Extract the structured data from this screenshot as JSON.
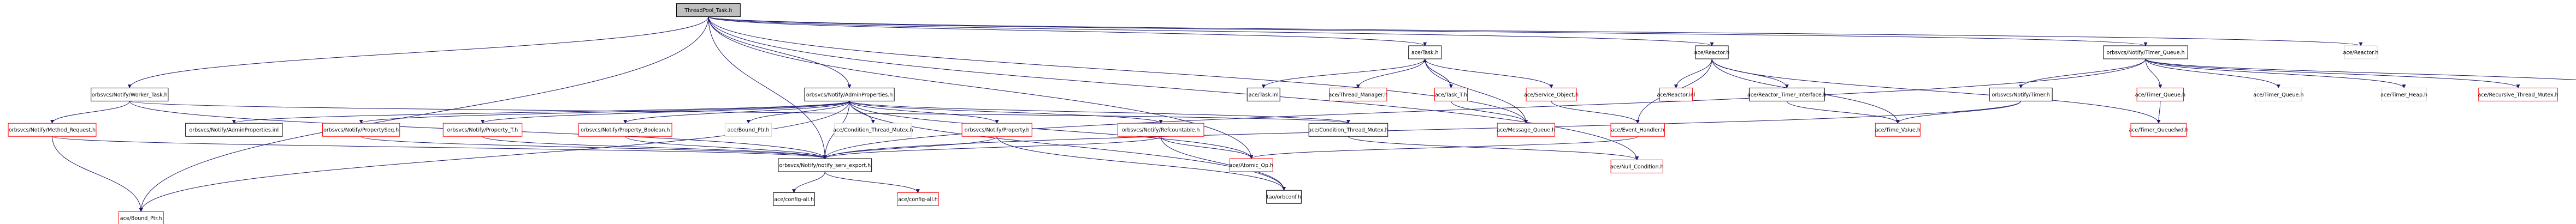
{
  "colors": {
    "edge": "#191970",
    "root_fill": "#bfbfbf",
    "root_border": "#000000",
    "documented_border": "#000000",
    "undocumented_border": "#ff0000",
    "external_border": "#d3d3d3",
    "node_fill": "#ffffff"
  },
  "nodes": [
    {
      "id": "root",
      "label": "ThreadPool_Task.h",
      "kind": "root"
    },
    {
      "id": "worker_task",
      "label": "orbsvcs/Notify/Worker_Task.h",
      "kind": "documented"
    },
    {
      "id": "admin_props_h",
      "label": "orbsvcs/Notify/AdminProperties.h",
      "kind": "documented"
    },
    {
      "id": "task_h",
      "label": "ace/Task.h",
      "kind": "documented"
    },
    {
      "id": "reactor_h",
      "label": "ace/Reactor.h",
      "kind": "documented"
    },
    {
      "id": "timer_queue_h",
      "label": "orbsvcs/Notify/Timer_Queue.h",
      "kind": "documented"
    },
    {
      "id": "reactor_h_ext",
      "label": "ace/Reactor.h",
      "kind": "external"
    },
    {
      "id": "method_request",
      "label": "orbsvcs/Notify/Method_Request.h",
      "kind": "undocumented"
    },
    {
      "id": "bound_ptr_h",
      "label": "ace/Bound_Ptr.h",
      "kind": "undocumented"
    },
    {
      "id": "admin_props_inl",
      "label": "orbsvcs/Notify/AdminProperties.inl",
      "kind": "documented"
    },
    {
      "id": "prop_seq",
      "label": "orbsvcs/Notify/PropertySeq.h",
      "kind": "undocumented"
    },
    {
      "id": "prop_t",
      "label": "orbsvcs/Notify/Property_T.h",
      "kind": "undocumented"
    },
    {
      "id": "prop_bool",
      "label": "orbsvcs/Notify/Property_Boolean.h",
      "kind": "undocumented"
    },
    {
      "id": "bound_ptr_ext",
      "label": "ace/Bound_Ptr.h",
      "kind": "external"
    },
    {
      "id": "cond_mutex_ext",
      "label": "ace/Condition_Thread_Mutex.h",
      "kind": "external"
    },
    {
      "id": "property",
      "label": "orbsvcs/Notify/Property.h",
      "kind": "undocumented"
    },
    {
      "id": "refcountable",
      "label": "orbsvcs/Notify/Refcountable.h",
      "kind": "undocumented"
    },
    {
      "id": "cond_mutex",
      "label": "ace/Condition_Thread_Mutex.h",
      "kind": "documented"
    },
    {
      "id": "task_inl",
      "label": "ace/Task.inl",
      "kind": "documented"
    },
    {
      "id": "thread_manager",
      "label": "ace/Thread_Manager.h",
      "kind": "undocumented"
    },
    {
      "id": "task_t",
      "label": "ace/Task_T.h",
      "kind": "undocumented"
    },
    {
      "id": "service_object",
      "label": "ace/Service_Object.h",
      "kind": "undocumented"
    },
    {
      "id": "message_queue",
      "label": "ace/Message_Queue.h",
      "kind": "undocumented"
    },
    {
      "id": "event_handler",
      "label": "ace/Event_Handler.h",
      "kind": "undocumented"
    },
    {
      "id": "reactor_inl",
      "label": "ace/Reactor.inl",
      "kind": "undocumented"
    },
    {
      "id": "reactor_timer",
      "label": "ace/Reactor_Timer_Interface.h",
      "kind": "documented"
    },
    {
      "id": "time_value",
      "label": "ace/Time_Value.h",
      "kind": "undocumented"
    },
    {
      "id": "notify_timer",
      "label": "orbsvcs/Notify/Timer.h",
      "kind": "documented"
    },
    {
      "id": "timer_queue_ace",
      "label": "ace/Timer_Queue.h",
      "kind": "undocumented"
    },
    {
      "id": "timer_queuefwd",
      "label": "ace/Timer_Queuefwd.h",
      "kind": "undocumented"
    },
    {
      "id": "timer_queue_ext",
      "label": "ace/Timer_Queue.h",
      "kind": "external"
    },
    {
      "id": "timer_heap_ext",
      "label": "ace/Timer_Heap.h",
      "kind": "external"
    },
    {
      "id": "recursive_mutex",
      "label": "ace/Recursive_Thread_Mutex.h",
      "kind": "undocumented"
    },
    {
      "id": "timer_heap",
      "label": "ace/Timer_Heap.h",
      "kind": "undocumented"
    },
    {
      "id": "notify_serv_export",
      "label": "orbsvcs/Notify/notify_serv_export.h",
      "kind": "documented"
    },
    {
      "id": "atomic_op",
      "label": "ace/Atomic_Op.h",
      "kind": "undocumented"
    },
    {
      "id": "tao_orbconf",
      "label": "tao/orbconf.h",
      "kind": "documented"
    },
    {
      "id": "null_condition",
      "label": "ace/Null_Condition.h",
      "kind": "undocumented"
    },
    {
      "id": "config_all_doc",
      "label": "ace/config-all.h",
      "kind": "documented"
    },
    {
      "id": "config_all_und",
      "label": "ace/config-all.h",
      "kind": "undocumented"
    }
  ],
  "edges": [
    [
      "root",
      "worker_task"
    ],
    [
      "root",
      "admin_props_h"
    ],
    [
      "root",
      "task_h"
    ],
    [
      "root",
      "reactor_h"
    ],
    [
      "root",
      "timer_queue_h"
    ],
    [
      "root",
      "reactor_h_ext"
    ],
    [
      "root",
      "notify_serv_export"
    ],
    [
      "root",
      "bound_ptr_h"
    ],
    [
      "root",
      "atomic_op"
    ],
    [
      "root",
      "message_queue"
    ],
    [
      "root",
      "null_condition"
    ],
    [
      "worker_task",
      "method_request"
    ],
    [
      "worker_task",
      "notify_serv_export"
    ],
    [
      "worker_task",
      "cond_mutex"
    ],
    [
      "method_request",
      "bound_ptr_h"
    ],
    [
      "method_request",
      "notify_serv_export"
    ],
    [
      "admin_props_h",
      "admin_props_inl"
    ],
    [
      "admin_props_h",
      "prop_seq"
    ],
    [
      "admin_props_h",
      "prop_t"
    ],
    [
      "admin_props_h",
      "prop_bool"
    ],
    [
      "admin_props_h",
      "bound_ptr_ext"
    ],
    [
      "admin_props_h",
      "cond_mutex_ext"
    ],
    [
      "admin_props_h",
      "property"
    ],
    [
      "admin_props_h",
      "refcountable"
    ],
    [
      "admin_props_h",
      "cond_mutex"
    ],
    [
      "admin_props_h",
      "notify_serv_export"
    ],
    [
      "admin_props_h",
      "atomic_op"
    ],
    [
      "admin_props_h",
      "bound_ptr_h"
    ],
    [
      "admin_props_h",
      "tao_orbconf"
    ],
    [
      "prop_seq",
      "notify_serv_export"
    ],
    [
      "prop_t",
      "notify_serv_export"
    ],
    [
      "prop_bool",
      "notify_serv_export"
    ],
    [
      "property",
      "notify_serv_export"
    ],
    [
      "property",
      "tao_orbconf"
    ],
    [
      "refcountable",
      "notify_serv_export"
    ],
    [
      "refcountable",
      "atomic_op"
    ],
    [
      "refcountable",
      "tao_orbconf"
    ],
    [
      "cond_mutex",
      "null_condition"
    ],
    [
      "task_h",
      "task_inl"
    ],
    [
      "task_h",
      "thread_manager"
    ],
    [
      "task_h",
      "task_t"
    ],
    [
      "task_h",
      "service_object"
    ],
    [
      "task_h",
      "message_queue"
    ],
    [
      "task_t",
      "task_h"
    ],
    [
      "task_t",
      "message_queue"
    ],
    [
      "service_object",
      "event_handler"
    ],
    [
      "reactor_h",
      "reactor_inl"
    ],
    [
      "reactor_h",
      "reactor_timer"
    ],
    [
      "reactor_h",
      "time_value"
    ],
    [
      "reactor_h",
      "event_handler"
    ],
    [
      "reactor_h",
      "timer_queuefwd"
    ],
    [
      "reactor_timer",
      "time_value"
    ],
    [
      "event_handler",
      "atomic_op"
    ],
    [
      "timer_queue_h",
      "notify_timer"
    ],
    [
      "timer_queue_h",
      "timer_queue_ace"
    ],
    [
      "timer_queue_h",
      "timer_queue_ext"
    ],
    [
      "timer_queue_h",
      "timer_heap_ext"
    ],
    [
      "timer_queue_h",
      "recursive_mutex"
    ],
    [
      "timer_queue_h",
      "timer_heap"
    ],
    [
      "timer_queue_h",
      "notify_serv_export"
    ],
    [
      "notify_timer",
      "time_value"
    ],
    [
      "notify_timer",
      "notify_serv_export"
    ],
    [
      "timer_queue_ace",
      "timer_queuefwd"
    ],
    [
      "notify_serv_export",
      "config_all_doc"
    ],
    [
      "notify_serv_export",
      "config_all_und"
    ]
  ]
}
